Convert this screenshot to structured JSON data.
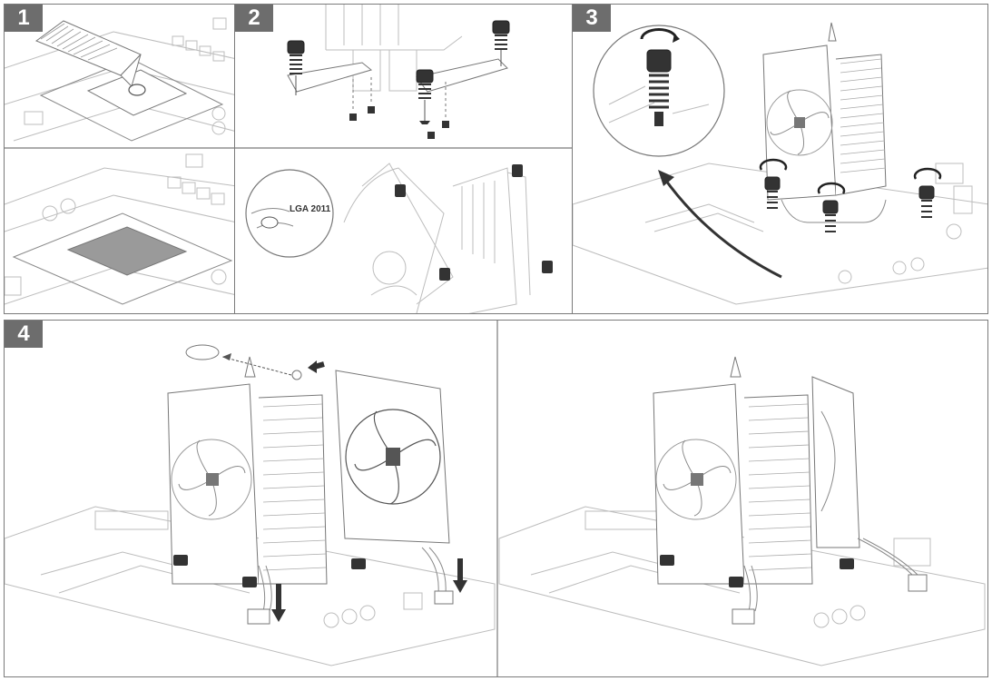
{
  "steps": [
    {
      "number": "1",
      "icon": "thermal-paste-icon"
    },
    {
      "number": "2",
      "icon": "mounting-bracket-icon"
    },
    {
      "number": "3",
      "icon": "screw-rotate-icon"
    },
    {
      "number": "4",
      "icon": "fan-clip-icon"
    }
  ],
  "callout": {
    "socket_label": "LGA 2011"
  },
  "colors": {
    "step_badge": "#6d6d6d",
    "border": "#7a7a7a",
    "line": "#8a8a8a",
    "pad": "#9a9a9a"
  }
}
